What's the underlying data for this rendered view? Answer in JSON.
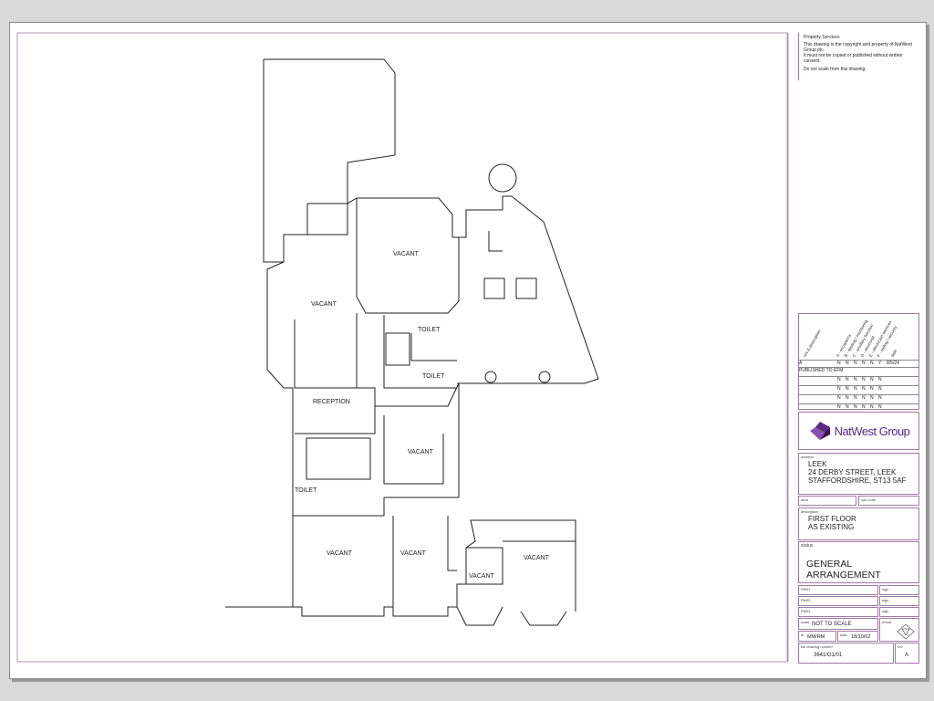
{
  "notes": {
    "title": "Property Services",
    "copyright": "This drawing is the copyright and property of NatWest Group plc.",
    "restriction": "It must not be copied or published without written consent.",
    "scale_note": "Do not scale from this drawing."
  },
  "revision_table": {
    "headers": [
      "rev & description",
      "A - occupancy",
      "B - dealing / monitoring",
      "C - ancillary function",
      "D - structural",
      "E - electrician services",
      "F - ceiling / security",
      "date"
    ],
    "rows": [
      {
        "rev": "A",
        "flags": [
          "N",
          "N",
          "N",
          "N",
          "N",
          "Y"
        ],
        "date": "8/5/24",
        "description": "PUBLISHED TO EFM"
      },
      {
        "flags": [
          "N",
          "N",
          "N",
          "N",
          "N",
          "N"
        ]
      },
      {
        "flags": [
          "N",
          "N",
          "N",
          "N",
          "N",
          "N"
        ]
      },
      {
        "flags": [
          "N",
          "N",
          "N",
          "N",
          "N",
          "N"
        ]
      },
      {
        "flags": [
          "N",
          "N",
          "N",
          "N",
          "N",
          "N"
        ]
      }
    ]
  },
  "logo": {
    "text": "NatWest Group",
    "color": "#5a287d"
  },
  "address": {
    "label": "address",
    "line1": "LEEK",
    "line2": "24 DERBY STREET, LEEK",
    "line3": "STAFFORDSHIRE, ST13 5AF"
  },
  "area": {
    "label": "area",
    "code_label": "sub code"
  },
  "description": {
    "label": "description",
    "line1": "FIRST FLOOR",
    "line2": "AS EXISTING"
  },
  "status": {
    "label": "status",
    "value": "GENERAL ARRANGEMENT"
  },
  "signoff": [
    {
      "label": "PM01",
      "sign": "sign"
    },
    {
      "label": "PM02",
      "sign": "sign"
    },
    {
      "label": "PM03",
      "sign": "sign"
    }
  ],
  "scale": {
    "label": "scale",
    "value": "NOT TO SCALE"
  },
  "brand_label": "brand",
  "drawn": {
    "label": "dr",
    "value": "MM/RM"
  },
  "date": {
    "label": "date",
    "value": "18/10/02"
  },
  "drawing_number": {
    "label": "file drawing number",
    "value": "3641/G1/01"
  },
  "rev": {
    "label": "rev",
    "value": "A"
  },
  "rooms": [
    "VACANT",
    "VACANT",
    "TOILET",
    "TOILET",
    "RECEPTION",
    "VACANT",
    "TOILET",
    "VACANT",
    "VACANT",
    "VACANT",
    "VACANT"
  ]
}
